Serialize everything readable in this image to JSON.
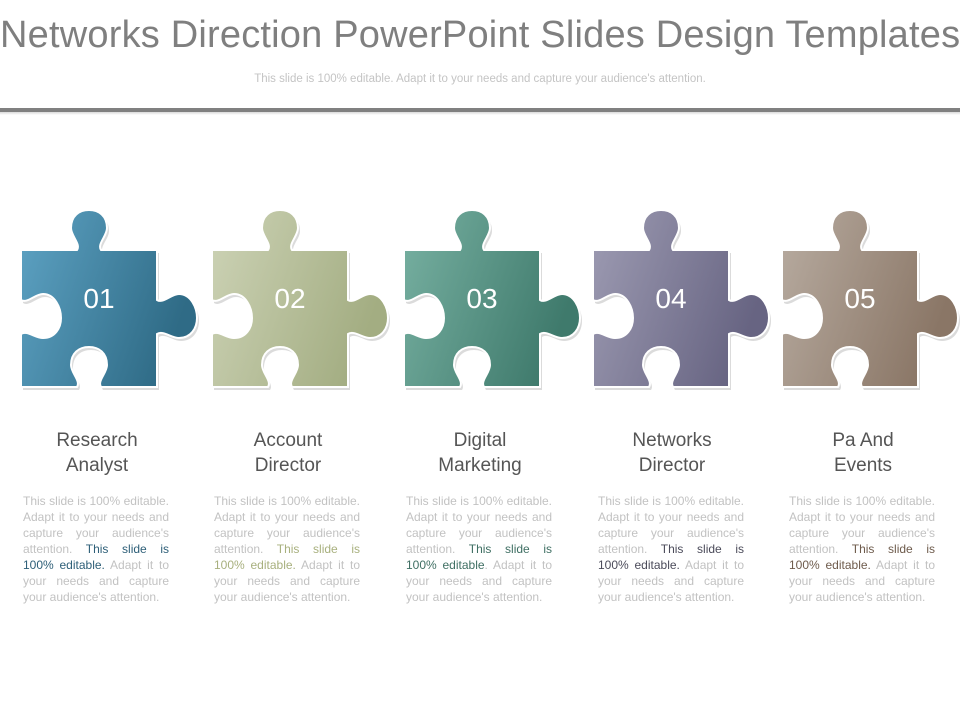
{
  "header": {
    "title": "Networks Direction PowerPoint Slides Design Templates",
    "subtitle": "This slide is 100% editable. Adapt it to your needs and capture your audience's attention."
  },
  "steps": [
    {
      "number": "01",
      "title_line1": "Research",
      "title_line2": "Analyst",
      "desc_part1": "This slide is 100% editable. Adapt it to your needs and capture your audience's attention. ",
      "desc_highlight": "This slide is 100% editable.",
      "desc_part2": " Adapt it to your needs and capture your audience's attention.",
      "color_light": "#5ea3c4",
      "color_dark": "#2f6b86",
      "highlight_color": "#2e5f78"
    },
    {
      "number": "02",
      "title_line1": "Account",
      "title_line2": "Director",
      "desc_part1": "This slide is 100% editable. Adapt it to your needs and capture your audience's attention. ",
      "desc_highlight": "This slide is 100% editable.",
      "desc_part2": " Adapt it to your needs and capture your audience's attention.",
      "color_light": "#cdd3b6",
      "color_dark": "#a3ad82",
      "highlight_color": "#a8b07e"
    },
    {
      "number": "03",
      "title_line1": "Digital",
      "title_line2": "Marketing",
      "desc_part1": "This slide is 100% editable. Adapt it to your needs and capture your audience's attention. ",
      "desc_highlight": "This slide is 100% editable",
      "desc_part2": ". Adapt it to your needs and capture your audience's attention.",
      "color_light": "#78b1a2",
      "color_dark": "#3f7a6c",
      "highlight_color": "#3f6f63"
    },
    {
      "number": "04",
      "title_line1": "Networks",
      "title_line2": "Director",
      "desc_part1": "This slide is 100% editable. Adapt it to your needs and capture your audience's attention. ",
      "desc_highlight": "This slide is 100% editable.",
      "desc_part2": " Adapt it to your needs and capture your audience's attention.",
      "color_light": "#9e9cb3",
      "color_dark": "#676482",
      "highlight_color": "#4b4b5a"
    },
    {
      "number": "05",
      "title_line1": "Pa And",
      "title_line2": "Events",
      "desc_part1": "This slide is 100% editable. Adapt it to your needs and capture your audience's attention. ",
      "desc_highlight": "This slide is 100% editable.",
      "desc_part2": " Adapt it to your needs and capture your audience's attention.",
      "color_light": "#b8aca1",
      "color_dark": "#8a7666",
      "highlight_color": "#6e5b4c"
    }
  ]
}
